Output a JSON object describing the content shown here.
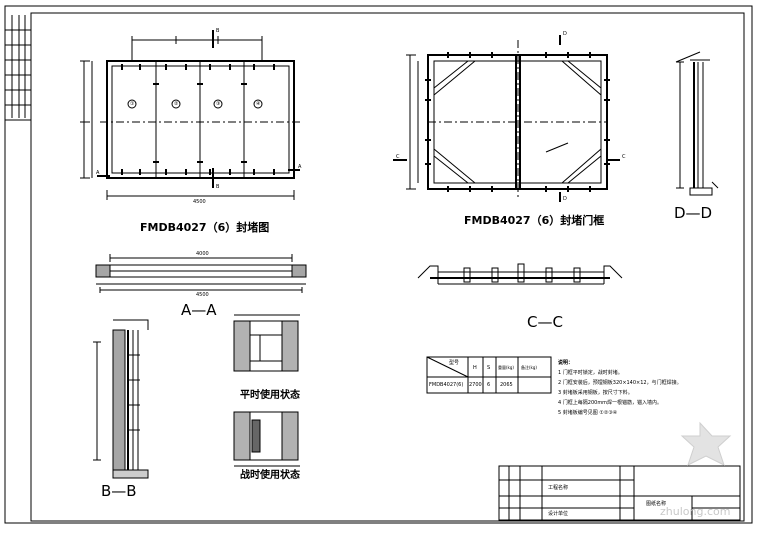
{
  "drawing": {
    "plan_title": "FMDB4027（6）封堵图",
    "door_title": "FMDB4027（6）封堵门框",
    "section_aa": "A—A",
    "section_bb": "B—B",
    "section_cc": "C—C",
    "section_dd": "D—D",
    "detail_1_title": "平时使用状态",
    "detail_2_title": "战时使用状态",
    "dim_4000": "4000",
    "dim_4500": "4500",
    "cut_a": "A",
    "cut_b": "B",
    "cut_c": "C",
    "cut_d": "D",
    "plate_numbers": [
      "①",
      "②",
      "③",
      "④"
    ],
    "notes_title": "说明：",
    "notes": [
      "1  门框平时锁定，战时封堵。",
      "2  门框安装后，预埋钢板320×140×12，与门框焊接。",
      "3  封堵板采用钢板，按尺寸下料。",
      "4  门框上每隔200mm焊一根锚筋，锚入墙内。",
      "5  封堵板编号见图 ①②③④"
    ],
    "table_header": [
      "型号",
      "H",
      "S",
      "重量(kg)",
      "备注(kg)"
    ],
    "table_row": [
      "FMDB4027(6)",
      "2700",
      "6",
      "2065",
      ""
    ],
    "tb_label_1": "工程名称",
    "tb_label_2": "设计单位",
    "tb_label_3": "图纸名称"
  },
  "watermark": "zhulong.com",
  "colors": {
    "line": "#000000",
    "watermark": "#c9c9c9"
  }
}
